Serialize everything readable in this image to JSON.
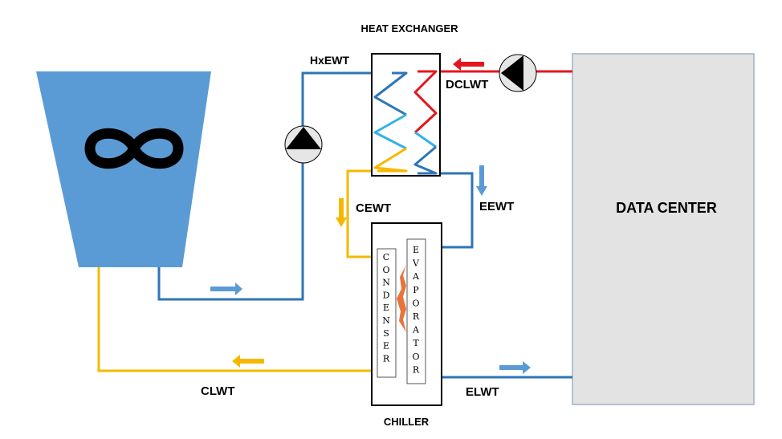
{
  "colors": {
    "tower_fill": "#5b9bd5",
    "blue_pipe": "#2e75b6",
    "light_blue": "#33b2e8",
    "yellow_pipe": "#f5b800",
    "red_pipe": "#e3161e",
    "datacenter_fill": "#e3e3e3",
    "datacenter_border": "#9fb1c4",
    "flame": "#e8743b",
    "arrow_blue": "#5b9bd5",
    "arrow_yellow": "#f5b800",
    "arrow_red": "#e3161e"
  },
  "icons": {
    "tower_symbol": "infinity-icon",
    "pump": "pump-icon",
    "flow_arrow": "flow-arrow-icon",
    "heat": "flame-icon"
  },
  "labels": {
    "heat_exchanger": "HEAT EXCHANGER",
    "hxewt": "HxEWT",
    "dclwt": "DCLWT",
    "cewt": "CEWT",
    "eewt": "EEWT",
    "clwt": "CLWT",
    "elwt": "ELWT",
    "chiller": "CHILLER",
    "data_center": "DATA CENTER",
    "condenser": "CONDENSER",
    "evaporator": "EVAPORATOR"
  }
}
